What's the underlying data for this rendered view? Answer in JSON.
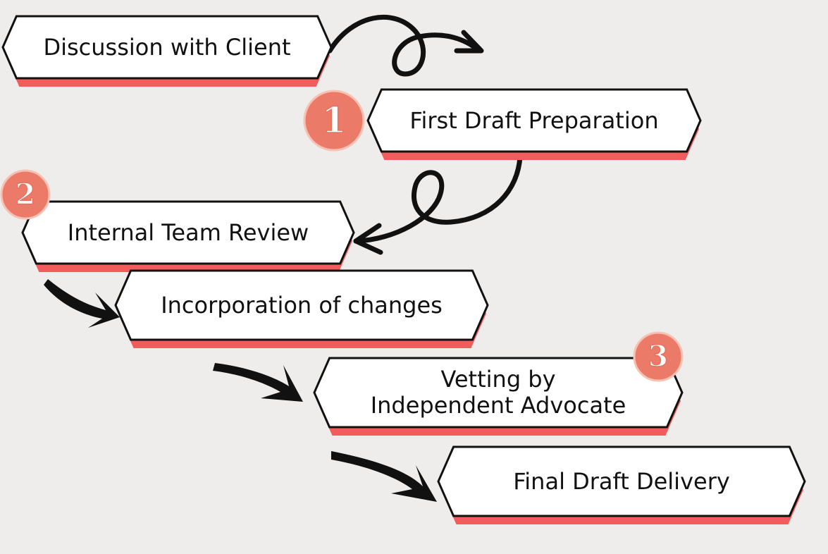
{
  "diagram": {
    "title": "Drafting process flow",
    "colors": {
      "background": "#efedec",
      "box_fill": "#ffffff",
      "box_stroke": "#111111",
      "shadow": "#f25c5c",
      "badge_fill": "#ec7a68",
      "badge_ring": "#f6c2b4",
      "arrow": "#111111"
    },
    "steps": [
      {
        "id": "discussion",
        "label": "Discussion with Client"
      },
      {
        "id": "first-draft",
        "label": "First Draft Preparation"
      },
      {
        "id": "internal-review",
        "label": "Internal Team Review"
      },
      {
        "id": "incorporation",
        "label": "Incorporation of changes"
      },
      {
        "id": "vetting",
        "label": "Vetting by\nIndependent Advocate"
      },
      {
        "id": "final-delivery",
        "label": "Final Draft Delivery"
      }
    ],
    "badges": [
      {
        "number": "1",
        "attached_to": "first-draft"
      },
      {
        "number": "2",
        "attached_to": "internal-review"
      },
      {
        "number": "3",
        "attached_to": "vetting"
      }
    ],
    "connectors": [
      {
        "from": "discussion",
        "to": "first-draft",
        "style": "looped-arrow"
      },
      {
        "from": "first-draft",
        "to": "internal-review",
        "style": "looped-arrow"
      },
      {
        "from": "internal-review",
        "to": "incorporation",
        "style": "bold-curved-arrow"
      },
      {
        "from": "incorporation",
        "to": "vetting",
        "style": "bold-curved-arrow"
      },
      {
        "from": "vetting",
        "to": "final-delivery",
        "style": "bold-curved-arrow"
      }
    ]
  }
}
